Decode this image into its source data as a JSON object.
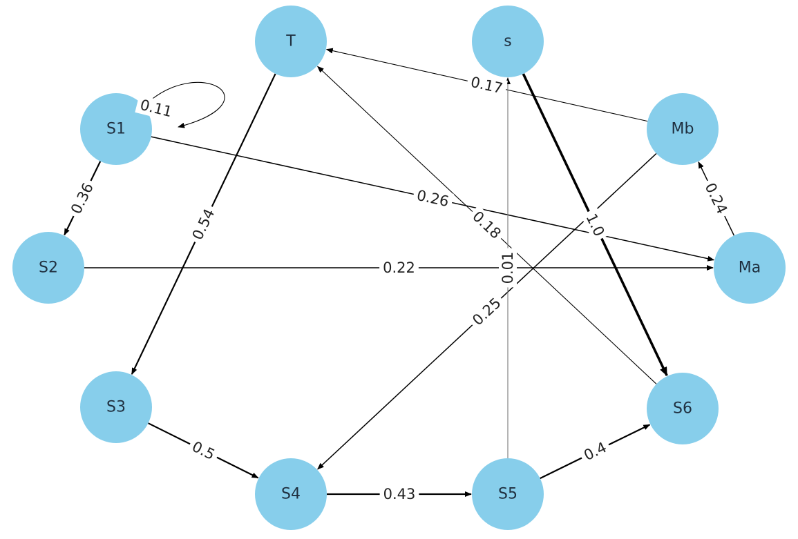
{
  "graph": {
    "type": "directed-weighted",
    "node_color": "#87ceeb",
    "edge_color": "#000000",
    "nodes": [
      {
        "id": "T",
        "label": "T"
      },
      {
        "id": "s",
        "label": "s"
      },
      {
        "id": "S1",
        "label": "S1"
      },
      {
        "id": "Mb",
        "label": "Mb"
      },
      {
        "id": "S2",
        "label": "S2"
      },
      {
        "id": "Ma",
        "label": "Ma"
      },
      {
        "id": "S3",
        "label": "S3"
      },
      {
        "id": "S6",
        "label": "S6"
      },
      {
        "id": "S4",
        "label": "S4"
      },
      {
        "id": "S5",
        "label": "S5"
      }
    ],
    "edges": [
      {
        "source": "S1",
        "target": "S1",
        "weight": 0.11,
        "label": "0.11"
      },
      {
        "source": "S1",
        "target": "S2",
        "weight": 0.36,
        "label": "0.36"
      },
      {
        "source": "S1",
        "target": "Ma",
        "weight": 0.26,
        "label": "0.26"
      },
      {
        "source": "S2",
        "target": "Ma",
        "weight": 0.22,
        "label": "0.22"
      },
      {
        "source": "T",
        "target": "S3",
        "weight": 0.54,
        "label": "0.54"
      },
      {
        "source": "S3",
        "target": "S4",
        "weight": 0.5,
        "label": "0.5"
      },
      {
        "source": "S4",
        "target": "S5",
        "weight": 0.43,
        "label": "0.43"
      },
      {
        "source": "S5",
        "target": "S6",
        "weight": 0.4,
        "label": "0.4"
      },
      {
        "source": "s",
        "target": "S6",
        "weight": 1.0,
        "label": "1.0"
      },
      {
        "source": "S6",
        "target": "T",
        "weight": 0.18,
        "label": "0.18"
      },
      {
        "source": "Mb",
        "target": "T",
        "weight": 0.17,
        "label": "0.17"
      },
      {
        "source": "Ma",
        "target": "Mb",
        "weight": 0.24,
        "label": "0.24"
      },
      {
        "source": "Mb",
        "target": "S4",
        "weight": 0.25,
        "label": "0.25"
      },
      {
        "source": "S5",
        "target": "s",
        "weight": 0.01,
        "label": "0.01"
      }
    ]
  }
}
